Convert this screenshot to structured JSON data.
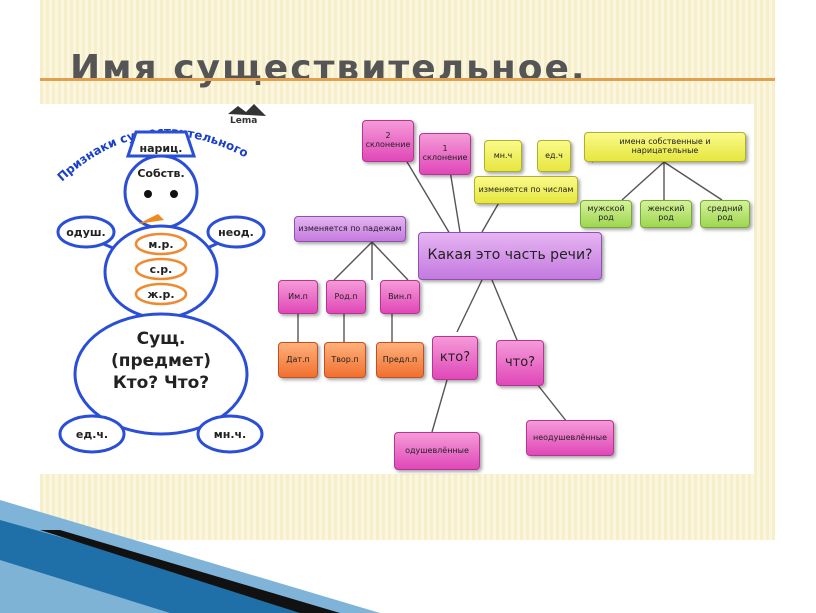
{
  "slide": {
    "title": "Имя существительное."
  },
  "snowman": {
    "heading": "Признаки существительного",
    "logo": "Lema",
    "hat": "нариц.",
    "head": "Собств.",
    "left_arm": "одуш.",
    "right_arm": "неод.",
    "gender": [
      "м.р.",
      "с.р.",
      "ж.р."
    ],
    "body_lines": [
      "Сущ.",
      "(предмет)",
      "Кто? Что?"
    ],
    "left_foot": "ед.ч.",
    "right_foot": "мн.ч."
  },
  "mindmap": {
    "center": "Какая это часть речи?",
    "decl2": "2 склонение",
    "decl1": "1 склонение",
    "mnch": "мн.ч",
    "edch": "ед.ч",
    "numbers": "изменяется по числам",
    "names": "имена собственные и нарицательные",
    "male": "мужской род",
    "female": "женский род",
    "neuter": "средний род",
    "cases_label": "изменяется по падежам",
    "cases_row1": [
      "Им.п",
      "Род.п",
      "Вин.п"
    ],
    "cases_row2": [
      "Дат.п",
      "Твор.п",
      "Предл.п"
    ],
    "who": "кто?",
    "what": "что?",
    "animate": "одушевлённые",
    "inanimate": "неодушевлённые"
  },
  "colors": {
    "pink": "#e048b8",
    "yellow": "#e6e640",
    "green": "#9ed650",
    "purple": "#c47ae0",
    "red": "#e84848",
    "orange": "#f07030",
    "snowman_outline": "#2a4fd6",
    "title_rule": "#e0a050"
  }
}
